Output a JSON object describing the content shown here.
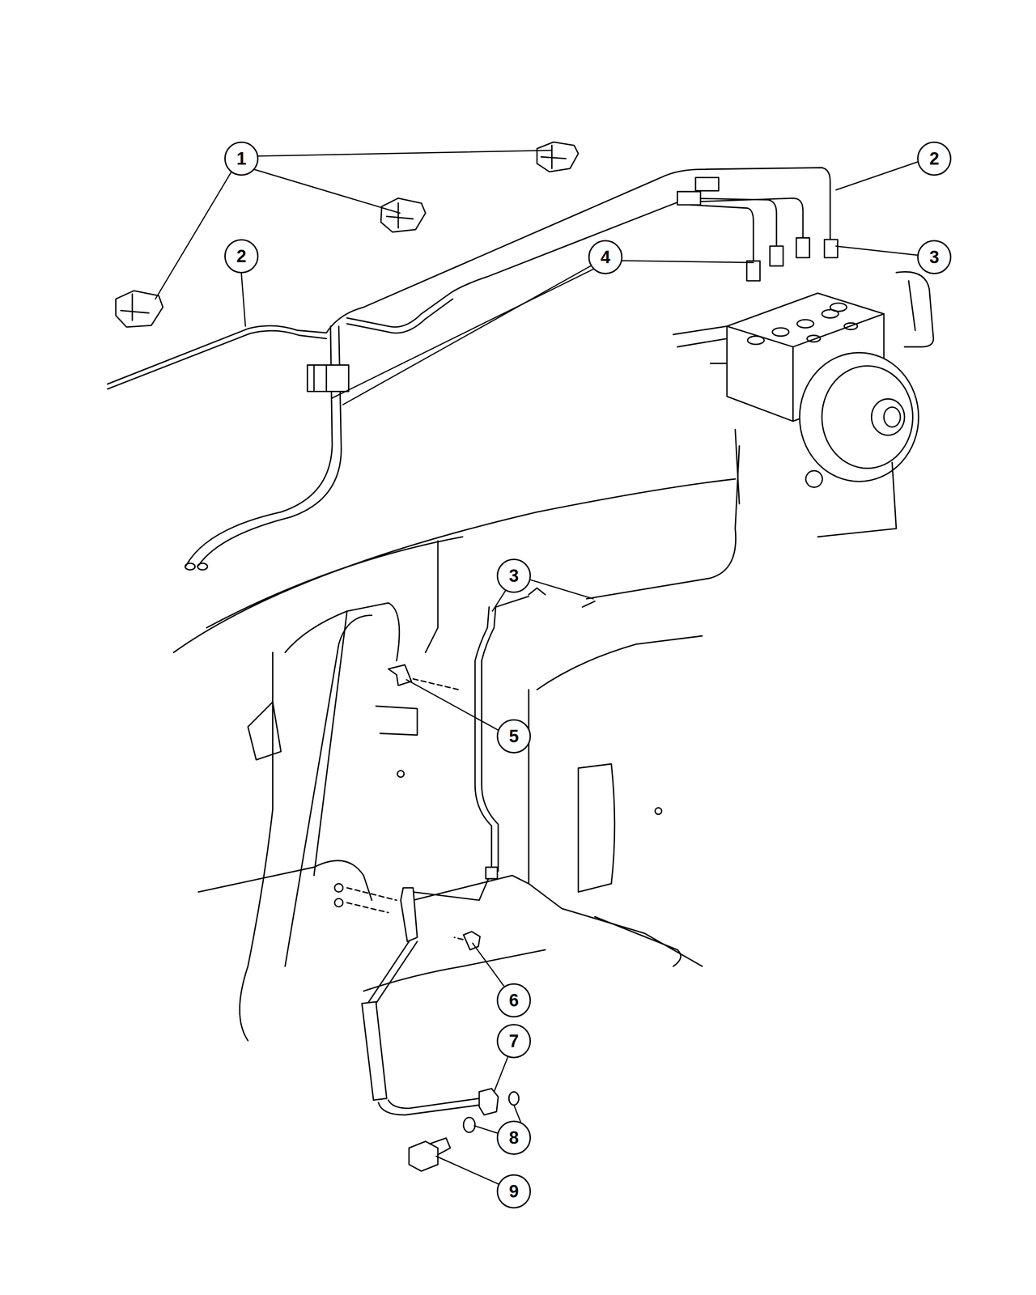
{
  "diagram": {
    "labels": [
      "1",
      "2",
      "2",
      "4",
      "3",
      "3",
      "5",
      "6",
      "7",
      "8",
      "9"
    ]
  }
}
